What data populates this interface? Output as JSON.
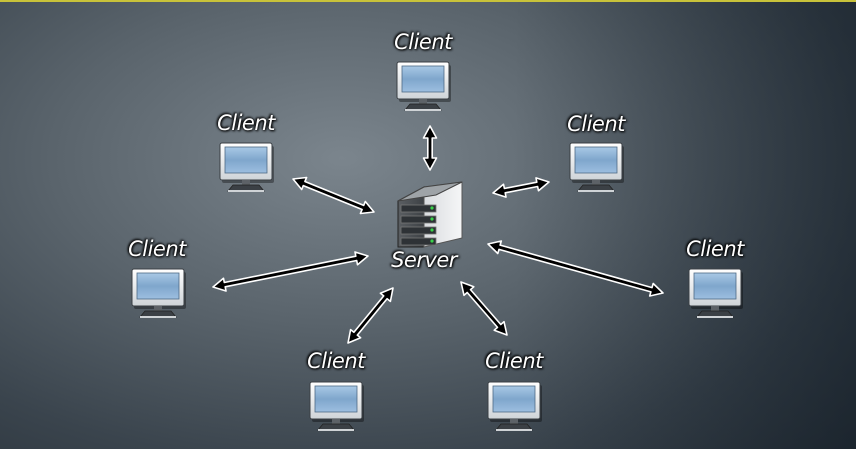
{
  "server": {
    "label": "Server",
    "icon": "server-icon"
  },
  "clients": [
    {
      "id": "top",
      "label": "Client",
      "icon": "monitor-icon"
    },
    {
      "id": "upper-left",
      "label": "Client",
      "icon": "monitor-icon"
    },
    {
      "id": "upper-right",
      "label": "Client",
      "icon": "monitor-icon"
    },
    {
      "id": "left",
      "label": "Client",
      "icon": "monitor-icon"
    },
    {
      "id": "right",
      "label": "Client",
      "icon": "monitor-icon"
    },
    {
      "id": "bottom-left",
      "label": "Client",
      "icon": "monitor-icon"
    },
    {
      "id": "bottom-right",
      "label": "Client",
      "icon": "monitor-icon"
    }
  ],
  "colors": {
    "arrow": "#000000",
    "arrow_outline": "#ffffff",
    "screen": "#8fb4d6",
    "bezel": "#eef0f2"
  }
}
